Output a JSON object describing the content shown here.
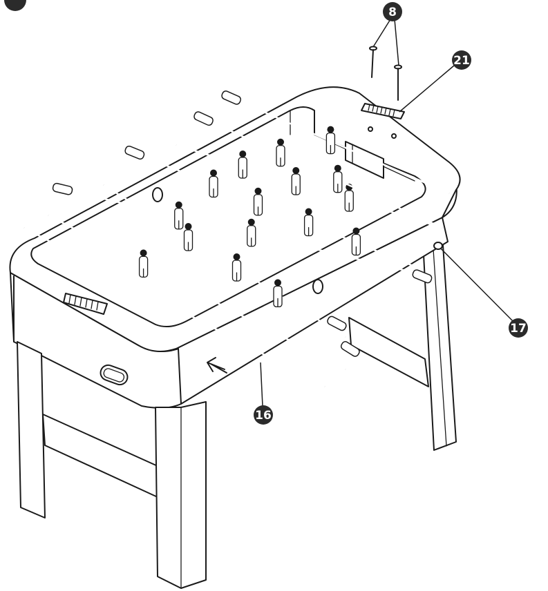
{
  "callouts": [
    {
      "id": "c8",
      "label": "8"
    },
    {
      "id": "c21",
      "label": "21"
    },
    {
      "id": "c17",
      "label": "17"
    },
    {
      "id": "c16",
      "label": "16"
    }
  ],
  "colors": {
    "line": "#1a1a1a",
    "callout_fill": "#2b2b2b",
    "callout_text": "#ffffff",
    "background": "#ffffff"
  },
  "icons": {
    "direction_arrow": "arrow-left-icon",
    "scorer": "score-counter-icon",
    "ball_slot": "ball-return-slot-icon"
  }
}
